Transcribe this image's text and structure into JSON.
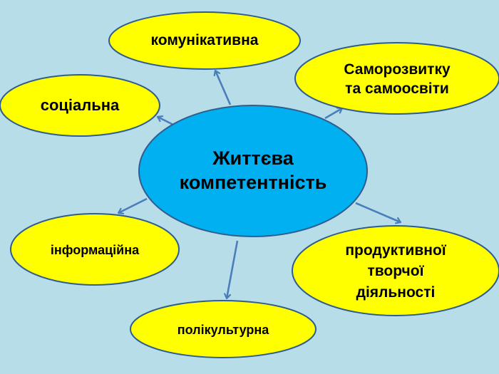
{
  "colors": {
    "background": "#b7dde8",
    "center_fill": "#00b0f0",
    "node_fill": "#ffff00",
    "outline": "#2e5d8e",
    "arrow": "#4a7ebb"
  },
  "center": {
    "label": "Життєва\nкомпетентність"
  },
  "nodes": [
    {
      "id": "communicative",
      "label": "комунікативна"
    },
    {
      "id": "social",
      "label": "соціальна"
    },
    {
      "id": "self-development",
      "label": "Саморозвитку\nта самоосвіти"
    },
    {
      "id": "informational",
      "label": "інформаційна"
    },
    {
      "id": "productive",
      "label": "продуктивної\nтворчої\nдіяльності"
    },
    {
      "id": "multicultural",
      "label": "полікультурна"
    }
  ]
}
